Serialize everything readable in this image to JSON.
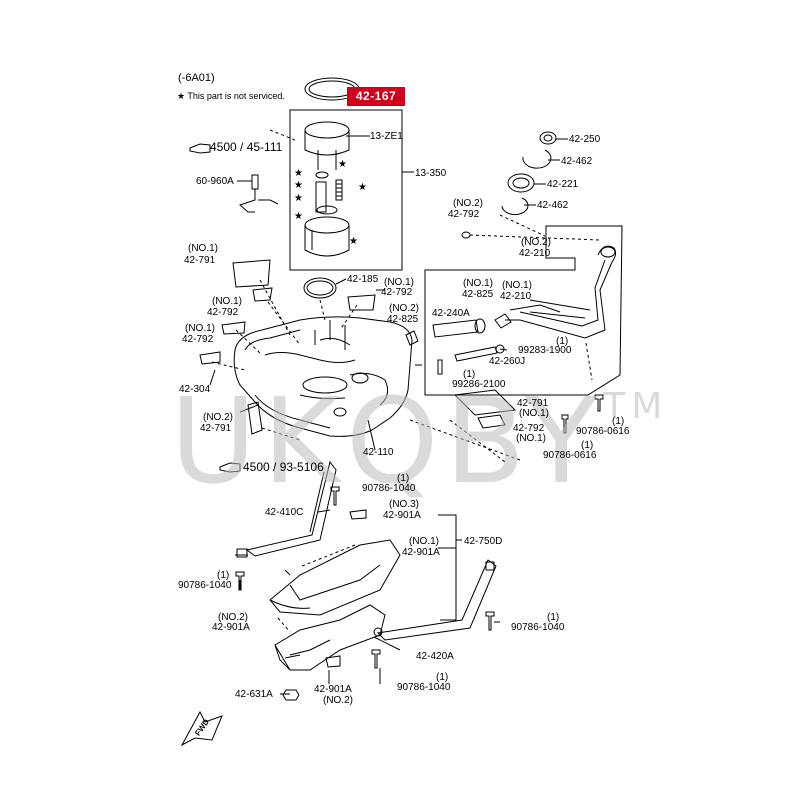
{
  "header": {
    "code": "(-6A01)",
    "note": "★ This part is not serviced."
  },
  "highlight_part": "42-167",
  "watermark": "UKQBY",
  "watermark_tm": "TM",
  "refs": [
    {
      "text": "4500 / 45-111"
    },
    {
      "text": "4500 / 93-5106"
    }
  ],
  "labels": {
    "l13ze1": "13-ZE1",
    "l13350": "13-350",
    "l60960a": "60-960A",
    "l42185": "42-185",
    "l42250": "42-250",
    "l42462a": "42-462",
    "l42221": "42-221",
    "l42462b": "42-462",
    "n2a": "(NO.2)",
    "l42792a": "42-792",
    "n2b": "(NO.2)",
    "l42210a": "42-210",
    "n1a": "(NO.1)",
    "l42791a": "42-791",
    "n1b": "(NO.1)",
    "l42792b": "42-792",
    "n1c": "(NO.1)",
    "l42792c": "42-792",
    "n1d": "(NO.1)",
    "l42792d": "42-792",
    "n2c": "(NO.2)",
    "l42825a": "42-825",
    "n1e": "(NO.1)",
    "l42825b": "42-825",
    "n1f": "(NO.1)",
    "l42210b": "42-210",
    "l42240a": "42-240A",
    "l99283": "99283-1900",
    "p1a": "(1)",
    "l42260j": "42-260J",
    "p1b": "(1)",
    "l99286": "99286-2100",
    "l42304": "42-304",
    "n2d": "(NO.2)",
    "l42791b": "42-791",
    "l42791c": "42-791",
    "n1g": "(NO.1)",
    "l42792e": "42-792",
    "n1h": "(NO.1)",
    "p1c": "(1)",
    "l90786a": "90786-0616",
    "p1d": "(1)",
    "l90786b": "90786-0616",
    "l42110": "42-110",
    "p1e": "(1)",
    "l90786c": "90786-1040",
    "l42410c": "42-410C",
    "n3a": "(NO.3)",
    "l42901a1": "42-901A",
    "l42750d": "42-750D",
    "n1i": "(NO.1)",
    "l42901a2": "42-901A",
    "p1f": "(1)",
    "l90786d": "90786-1040",
    "n2e": "(NO.2)",
    "l42901a3": "42-901A",
    "p1g": "(1)",
    "l90786e": "90786-1040",
    "l42420a": "42-420A",
    "p1h": "(1)",
    "l90786f": "90786-1040",
    "l42631a": "42-631A",
    "l42901a4": "42-901A",
    "n2f": "(NO.2)",
    "fwd": "FWD"
  }
}
